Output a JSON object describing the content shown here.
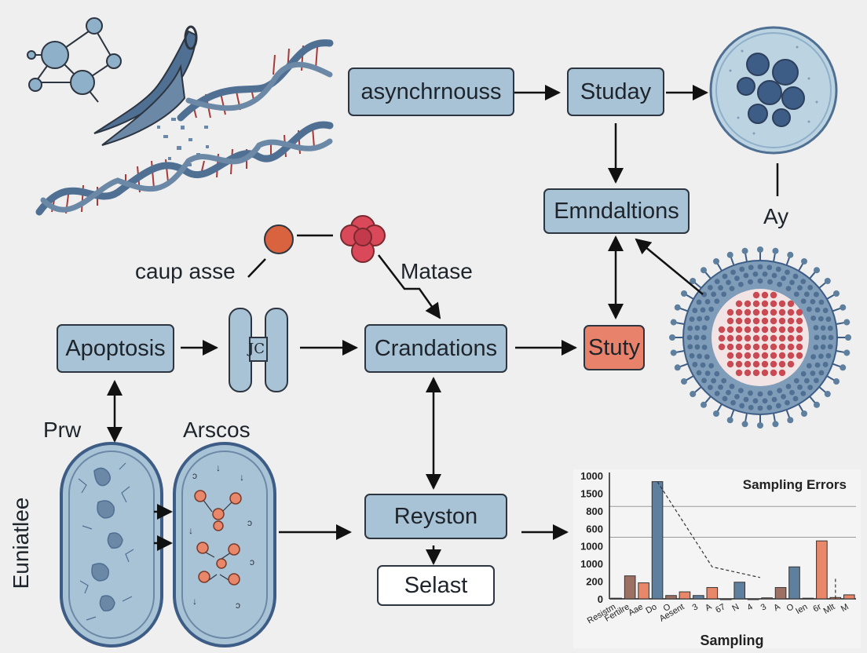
{
  "nodes": {
    "asynchronous": "asynchrnouss",
    "study_top": "Studay",
    "emendations": "Emndaltions",
    "apoptosis": "Apoptosis",
    "crandations": "Crandations",
    "study_orange": "Stuty",
    "reyston": "Reyston",
    "selast": "Selast"
  },
  "labels": {
    "caspase": "caup asse",
    "matase": "Matase",
    "ay": "Ay",
    "prw": "Prw",
    "arscos": "Arscos",
    "euniatlee": "Euniatlee",
    "channel_glyph": "JC"
  },
  "chart_data": {
    "type": "bar",
    "title": "Sampling Errors",
    "xlabel": "Sampling",
    "ylabel": "",
    "y_tick_labels": [
      "1000",
      "1500",
      "800",
      "600",
      "1000",
      "1000",
      "200",
      "0"
    ],
    "categories": [
      "Resistm",
      "Fertilre",
      "Aae",
      "Do",
      "O",
      "Aesent",
      "3",
      "A",
      "67",
      "N",
      "4",
      "3",
      "A",
      "O",
      "Ien",
      "6r",
      "Mlt",
      "M"
    ],
    "values": [
      10,
      345,
      240,
      1760,
      50,
      105,
      50,
      170,
      0,
      250,
      0,
      15,
      170,
      480,
      10,
      870,
      20,
      60
    ],
    "colors": {
      "brown": "#9e6f63",
      "orange": "#e8876a",
      "blue": "#5e7f9d"
    },
    "bar_colors": [
      "brown",
      "brown",
      "orange",
      "blue",
      "brown",
      "orange",
      "blue",
      "orange",
      "orange",
      "blue",
      "brown",
      "brown",
      "brown",
      "blue",
      "brown",
      "orange",
      "orange",
      "orange"
    ]
  },
  "colors": {
    "box_fill": "#a9c3d6",
    "accent_orange": "#e8826a",
    "outline": "#2d3540",
    "dna_blue": "#4f6f93",
    "dna_red": "#a83a3a",
    "cell_fill": "#a9c3d6"
  }
}
